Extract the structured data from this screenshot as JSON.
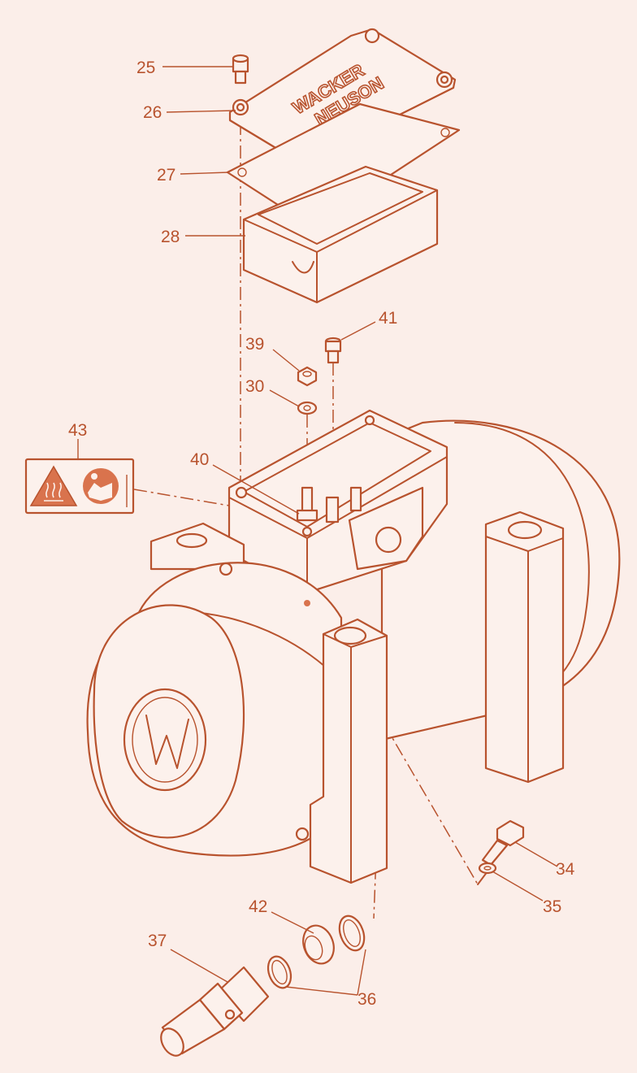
{
  "brand_plate": {
    "line1": "WACKER",
    "line2": "NEUSON"
  },
  "callouts": [
    "25",
    "26",
    "27",
    "28",
    "41",
    "39",
    "30",
    "43",
    "40",
    "34",
    "35",
    "42",
    "37",
    "36"
  ],
  "colors": {
    "stroke": "#b8532e",
    "background": "#fbeee9",
    "label_fill": "#d9734d"
  },
  "icons": [
    "hot-surface-warning-icon",
    "read-manual-icon"
  ]
}
